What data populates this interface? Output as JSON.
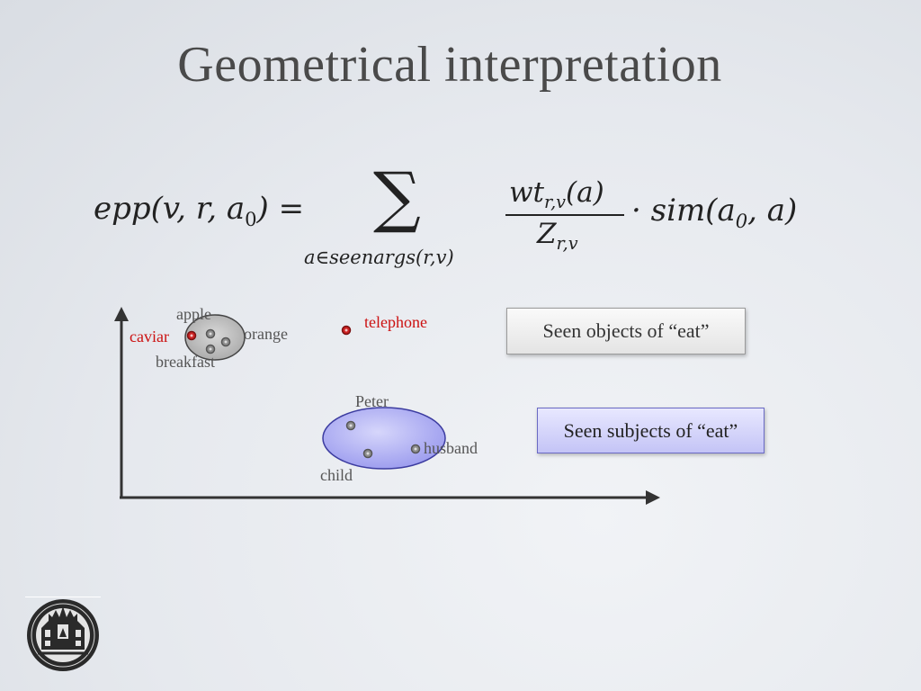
{
  "slide": {
    "title": "Geometrical interpretation"
  },
  "formula": {
    "lhs_func": "epp",
    "lhs_args_pre": "(v, r, a",
    "lhs_sub": "0",
    "lhs_args_post": ") =",
    "sigma": "∑",
    "sum_index": "a∈seenargs(r,v)",
    "numerator_main": "wt",
    "numerator_sub": "r,v",
    "numerator_post": "(a)",
    "denominator_main": "Z",
    "denominator_sub": "r,v",
    "rhs_pre": "· sim(a",
    "rhs_sub": "0",
    "rhs_post": ", a)"
  },
  "diagram": {
    "objects": {
      "words": [
        "apple",
        "caviar",
        "orange",
        "breakfast",
        "telephone"
      ],
      "highlight_words": [
        "caviar",
        "telephone"
      ],
      "highlight_color": "#cc1111"
    },
    "subjects": {
      "words": [
        "Peter",
        "husband",
        "child"
      ],
      "cluster_color": "#b8b8f4"
    },
    "legend": {
      "objects_label": "Seen objects of “eat”",
      "subjects_label": "Seen subjects of “eat”"
    }
  },
  "logo": {
    "description_icon": "university-seal-icon"
  }
}
